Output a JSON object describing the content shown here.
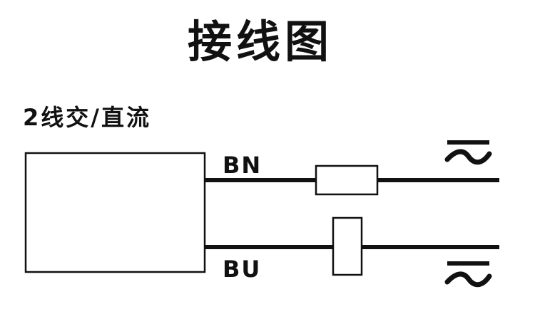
{
  "title": "接线图",
  "subtitle": "2线交/直流",
  "wires": {
    "top": {
      "label": "BN"
    },
    "bottom": {
      "label": "BU"
    }
  },
  "supply": {
    "top_symbol": "≂",
    "bottom_symbol": "≂"
  }
}
